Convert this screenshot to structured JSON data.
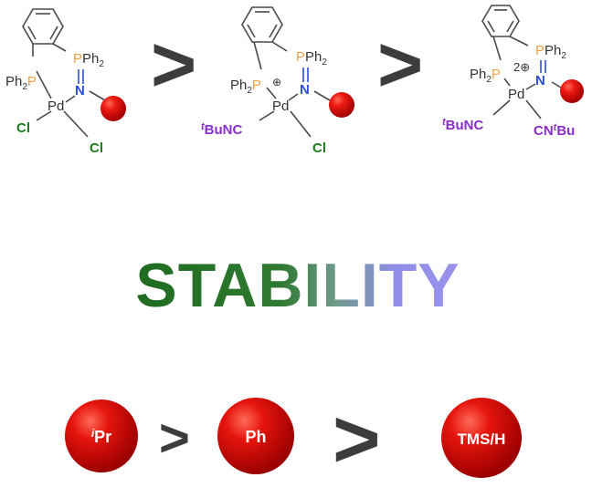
{
  "complexes": [
    {
      "upper_ligand": "PPh2",
      "lower_ligand": "Ph2P",
      "metal": "Pd",
      "nitrogen": "N",
      "charge": "",
      "ligand_left": "Cl",
      "ligand_right": "Cl"
    },
    {
      "upper_ligand": "PPh2",
      "lower_ligand": "Ph2P",
      "metal": "Pd",
      "nitrogen": "N",
      "charge": "⊕",
      "ligand_left": "tBuNC",
      "ligand_right": "Cl"
    },
    {
      "upper_ligand": "PPh2",
      "lower_ligand": "Ph2P",
      "metal": "Pd",
      "nitrogen": "N",
      "charge": "2⊕",
      "ligand_left": "tBuNC",
      "ligand_right": "CNtBu"
    }
  ],
  "comparison_symbol": ">",
  "title": "STABILITY",
  "substituents": [
    "iPr",
    "Ph",
    "TMS/H"
  ],
  "colors": {
    "phosphorus": "#f0a04b",
    "nitrogen": "#2b4fd8",
    "chlorine": "#1c7d1c",
    "isocyanide": "#8a2ec9",
    "sphere": "#e01010",
    "gradient_start": "#1f6b1f",
    "gradient_end": "#8a8ef0",
    "symbol": "#3c3c3c"
  }
}
